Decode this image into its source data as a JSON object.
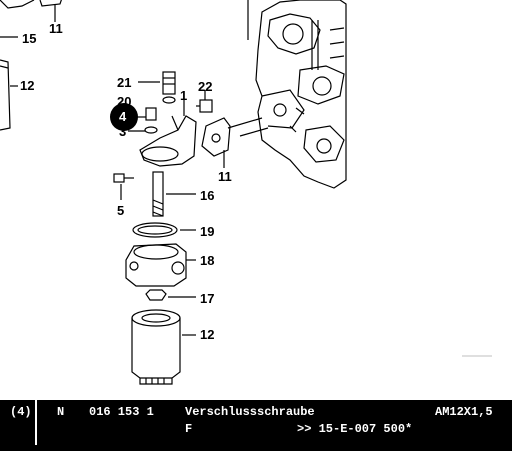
{
  "diagram": {
    "callouts": {
      "c15": "15",
      "c11_top": "11",
      "c12_left": "12",
      "c21": "21",
      "c22": "22",
      "c20": "20",
      "c1": "1",
      "c4": "4",
      "c3": "3",
      "c11_mid": "11",
      "c5": "5",
      "c16": "16",
      "c19": "19",
      "c18": "18",
      "c17": "17",
      "c12_bottom": "12"
    },
    "highlight_color": "#000000"
  },
  "info_bar": {
    "index": "(4)",
    "type": "N",
    "part_number": "016 153 1",
    "description": "Verschlussschraube",
    "spec": "AM12X1,5",
    "sub_code": "F",
    "reference": ">> 15-E-007 500*"
  }
}
